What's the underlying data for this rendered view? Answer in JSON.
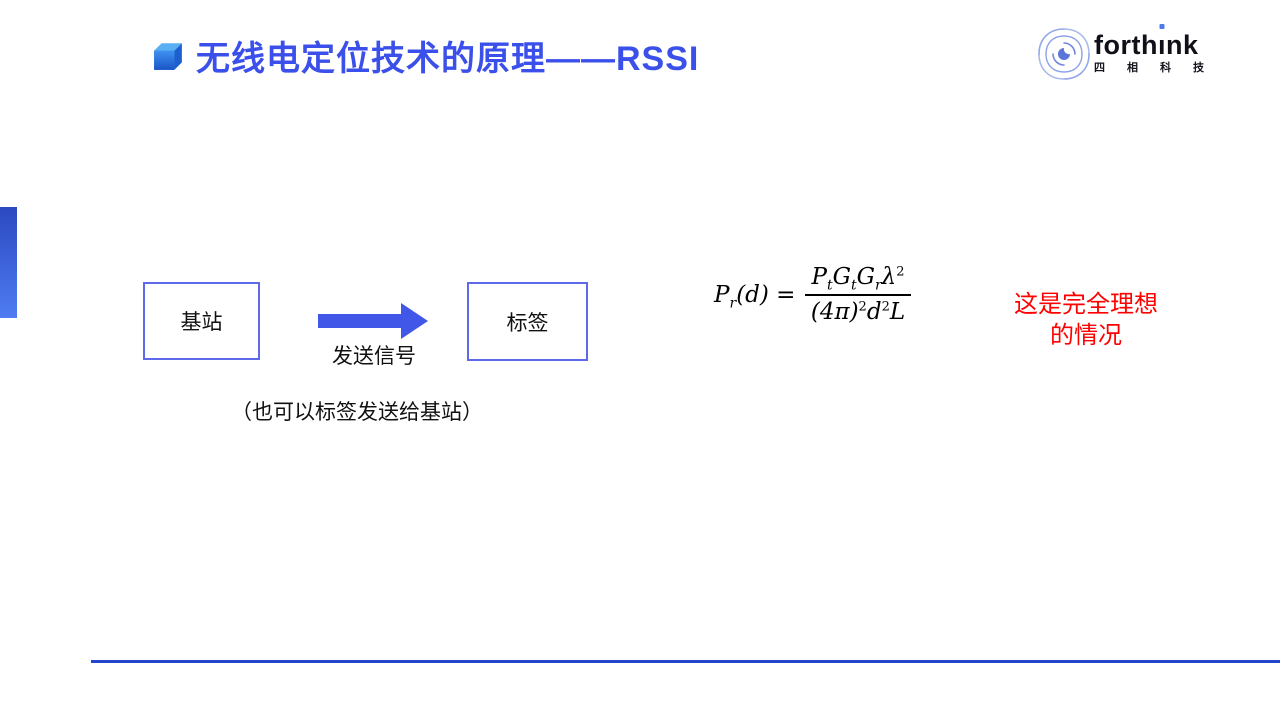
{
  "slide": {
    "title": "无线电定位技术的原理——RSSI",
    "logo": {
      "brand": "forthink",
      "brand_pre": "forth",
      "brand_i": "ı",
      "brand_post": "nk",
      "subtitle": "四相科技"
    },
    "diagram": {
      "box_left": "基站",
      "box_right": "标签",
      "arrow_label": "发送信号",
      "note": "（也可以标签发送给基站）"
    },
    "formula": {
      "text": "P_r(d) = P_t G_t G_r λ² / ((4π)² d² L)",
      "lhs_base": "P",
      "lhs_sub": "r",
      "lhs_rest": "(d) =",
      "num": {
        "t1b": "P",
        "t1s": "t",
        "t2b": "G",
        "t2s": "t",
        "t3b": "G",
        "t3s": "r",
        "t4b": "λ",
        "t4sup": "2"
      },
      "den": {
        "t1": "(4π)",
        "t1sup": "2",
        "t2": "d",
        "t2sup": "2",
        "t3": "L"
      }
    },
    "annotation": "这是完全理想\n的情况",
    "colors": {
      "title_blue": "#3B4FEA",
      "accent_bar_top": "#2B49C0",
      "accent_bar_bottom": "#4F7CF2",
      "box_border": "#5E6AEA",
      "arrow_blue": "#4157E8",
      "divider_blue": "#2444CA",
      "annotation_red": "#FF0000",
      "logo_swirl_blue": "#8FA4E8",
      "logo_i_dot_blue": "#4A7BE8"
    }
  }
}
